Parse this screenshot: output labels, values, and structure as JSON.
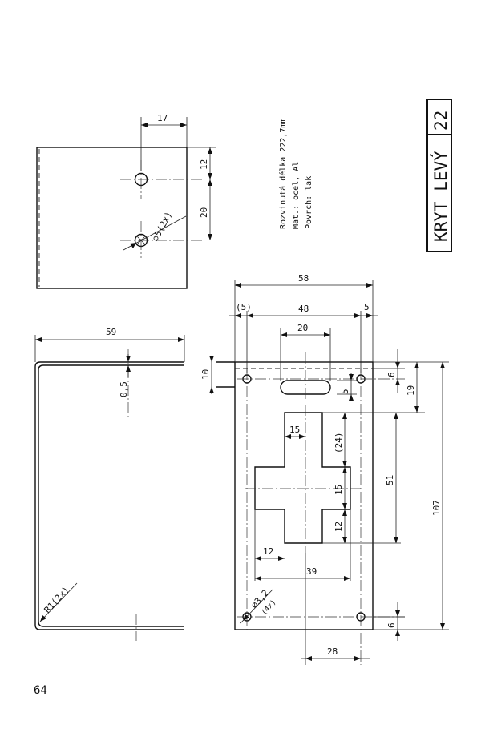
{
  "title_block": {
    "name": "KRYT LEVÝ",
    "number": "22"
  },
  "notes": {
    "developed_length": "Rozvinutá délka  222,7mm",
    "material": "Mat.:  ocel, Al",
    "surface": "Povrch:  lak"
  },
  "page_number": "64",
  "top_view": {
    "dim_17": "17",
    "dim_12": "12",
    "dim_20": "20",
    "hole_callout": "⌀5(2x)"
  },
  "side_view": {
    "dim_59": "59",
    "dim_thickness": "0,5",
    "bend_radius": "R1(2x)"
  },
  "front_view": {
    "dim_58": "58",
    "dim_5_left": "(5)",
    "dim_48": "48",
    "dim_5_right": "5",
    "dim_20": "20",
    "dim_10": "10",
    "dim_5_slot": "5",
    "dim_6_top": "6",
    "dim_19": "19",
    "dim_15_top": "15",
    "dim_24": "(24)",
    "dim_15_mid": "15",
    "dim_12_mid": "12",
    "dim_51": "51",
    "dim_107": "107",
    "dim_12_arm": "12",
    "dim_39": "39",
    "hole_callout_a": "⌀3,2",
    "hole_callout_b": "(4x)",
    "dim_6_bottom": "6",
    "dim_28": "28"
  }
}
